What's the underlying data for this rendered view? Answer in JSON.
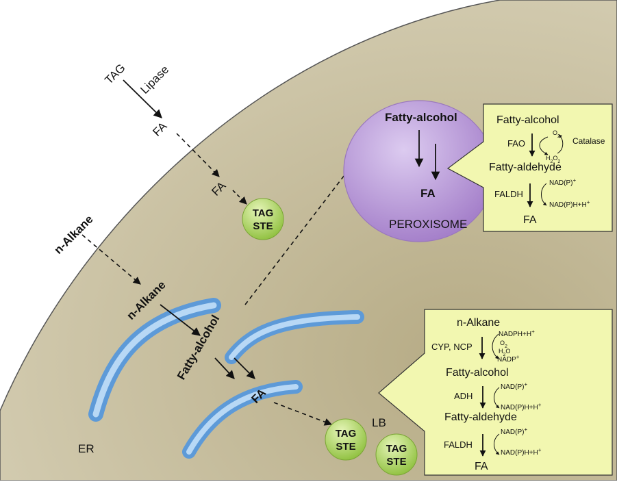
{
  "outside": {
    "tag": "TAG",
    "lipase": "Lipase",
    "fa_top": "FA",
    "n_alkane": "n-Alkane"
  },
  "cell": {
    "fa_mid": "FA",
    "n_alkane": "n-Alkane",
    "fatty_alcohol": "Fatty-alcohol",
    "fa_er": "FA",
    "er_label": "ER",
    "lb_label": "LB"
  },
  "droplets": [
    {
      "line1": "TAG",
      "line2": "STE"
    },
    {
      "line1": "TAG",
      "line2": "STE"
    },
    {
      "line1": "TAG",
      "line2": "STE"
    }
  ],
  "peroxisome": {
    "label": "PEROXISOME",
    "fatty_alcohol": "Fatty-alcohol",
    "fa": "FA"
  },
  "box_peroxisome": {
    "fatty_alcohol": "Fatty-alcohol",
    "fao": "FAO",
    "o2": "O",
    "o2_sub": "2",
    "h2o2_a": "H",
    "h2o2_a_sub": "2",
    "h2o2_b": "O",
    "h2o2_b_sub": "2",
    "catalase": "Catalase",
    "fatty_aldehyde": "Fatty-aldehyde",
    "faldh": "FALDH",
    "nadp": "NAD(P)",
    "plus": "+",
    "nadph": "NAD(P)H+H",
    "fa": "FA"
  },
  "box_er": {
    "n_alkane": "n-Alkane",
    "cyp_ncp": "CYP, NCP",
    "nadph_h": "NADPH+H",
    "plus": "+",
    "o2": "O",
    "o2_sub": "2",
    "h2o": "H",
    "h2o_sub": "2",
    "h2o_o": "O",
    "nadp": "NADP",
    "fatty_alcohol": "Fatty-alcohol",
    "adh": "ADH",
    "nad_p": "NAD(P)",
    "nad_ph": "NAD(P)H+H",
    "fatty_aldehyde": "Fatty-aldehyde",
    "faldh": "FALDH",
    "nad_p2": "NAD(P)",
    "nad_ph2": "NAD(P)H+H",
    "fa": "FA"
  },
  "colors": {
    "cytoplasm": "#c8bfa0",
    "peroxisome": "#b48fd0",
    "box": "#f2f7b0",
    "droplet": "#a8d05a",
    "er": "#7fb4e6"
  }
}
